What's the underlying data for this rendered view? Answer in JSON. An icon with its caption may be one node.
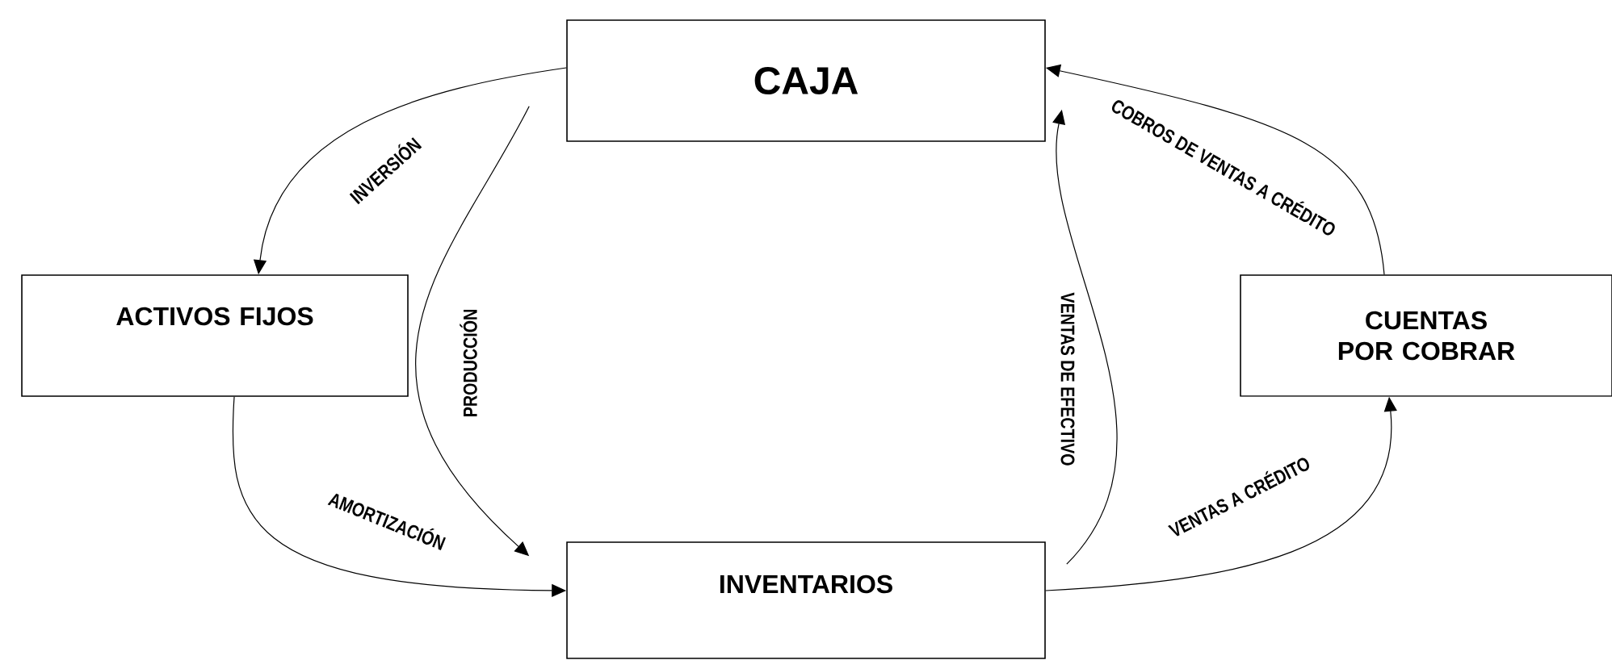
{
  "diagram": {
    "nodes": [
      {
        "text": [
          "CAJA"
        ]
      },
      {
        "text": [
          "ACTIVOS FIJOS"
        ]
      },
      {
        "text": [
          "CUENTAS POR COBRAR"
        ]
      },
      {
        "text": [
          "INVENTARIOS"
        ]
      }
    ],
    "edges": [
      {
        "from": 0,
        "to": 1,
        "arrow": "to",
        "label": "INVERSIÓN"
      },
      {
        "from": 0,
        "to": 3,
        "arrow": "to",
        "label": "PRODUCCIÓN"
      },
      {
        "from": 1,
        "to": 3,
        "arrow": "to",
        "label": "AMORTIZACIÓN"
      },
      {
        "from": 3,
        "to": 0,
        "arrow": "to",
        "label": "VENTAS DE EFECTIVO"
      },
      {
        "from": 3,
        "to": 2,
        "arrow": "to",
        "label": "VENTAS A CRÉDITO"
      },
      {
        "from": 2,
        "to": 0,
        "arrow": "to",
        "label": "COBROS DE VENTAS A CRÉDITO"
      }
    ]
  }
}
